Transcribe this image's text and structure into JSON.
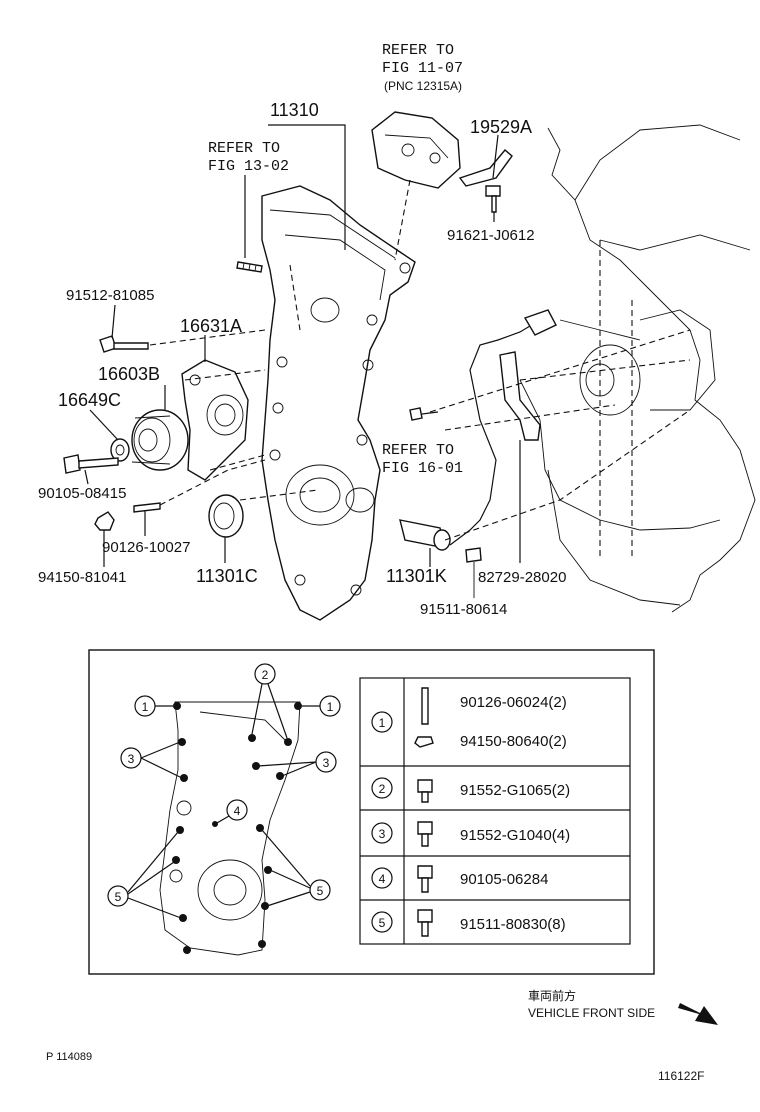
{
  "main_labels": {
    "refer_fig11_line1": "REFER TO",
    "refer_fig11_line2": "FIG 11-07",
    "refer_fig11_line3": "(PNC 12315A)",
    "p11310": "11310",
    "refer_fig13_line1": "REFER TO",
    "refer_fig13_line2": "FIG 13-02",
    "p19529A": "19529A",
    "p91621": "91621-J0612",
    "p91512": "91512-81085",
    "p16631A": "16631A",
    "p16603B": "16603B",
    "p16649C": "16649C",
    "refer_fig16_line1": "REFER TO",
    "refer_fig16_line2": "FIG 16-01",
    "p90105": "90105-08415",
    "p90126": "90126-10027",
    "p94150": "94150-81041",
    "p11301C": "11301C",
    "p11301K": "11301K",
    "p82729": "82729-28020",
    "p91511": "91511-80614"
  },
  "inset_callouts": [
    "1",
    "1",
    "2",
    "3",
    "3",
    "4",
    "5",
    "5"
  ],
  "fastener_table": [
    {
      "ref": "1",
      "parts": [
        "90126-06024(2)",
        "94150-80640(2)"
      ]
    },
    {
      "ref": "2",
      "parts": [
        "91552-G1065(2)"
      ]
    },
    {
      "ref": "3",
      "parts": [
        "91552-G1040(4)"
      ]
    },
    {
      "ref": "4",
      "parts": [
        "90105-06284"
      ]
    },
    {
      "ref": "5",
      "parts": [
        "91511-80830(8)"
      ]
    }
  ],
  "direction": {
    "jp": "車両前方",
    "en": "VEHICLE FRONT SIDE"
  },
  "footer": {
    "left_code": "P 114089",
    "right_code": "116122F"
  }
}
